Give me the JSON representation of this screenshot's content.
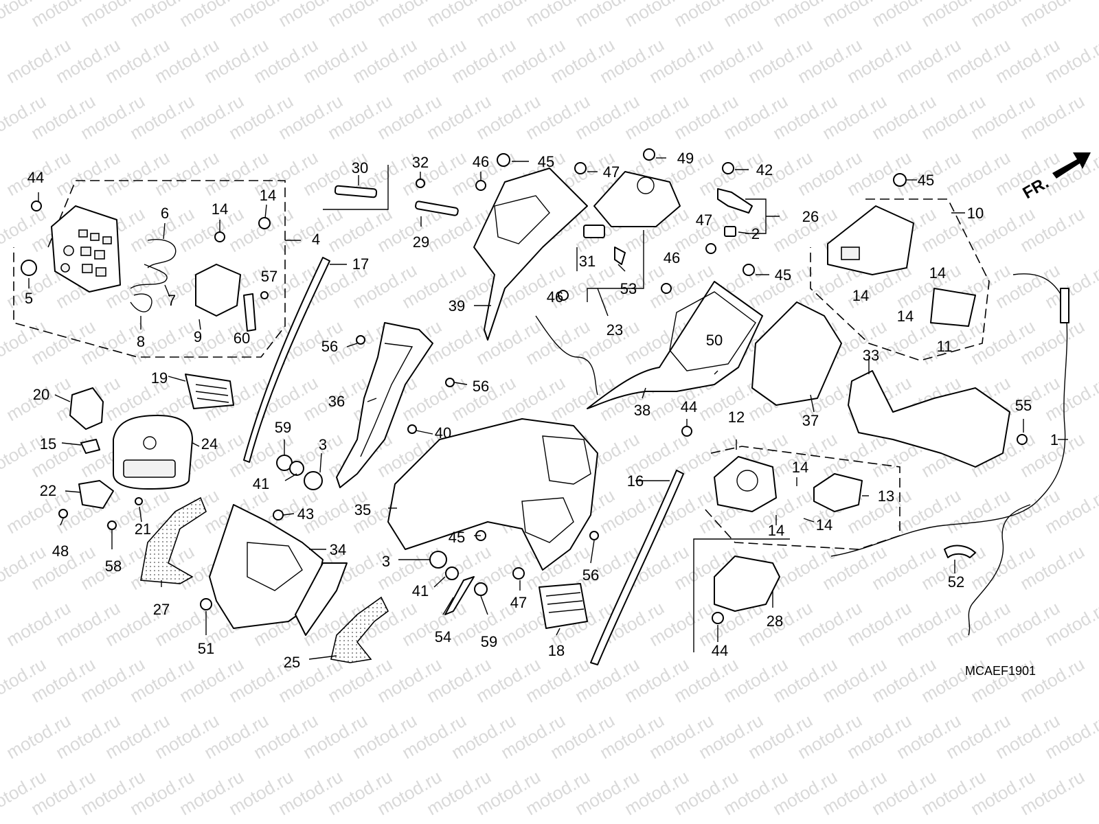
{
  "watermark": "motod.ru",
  "diagram_code": "MCAEF1901",
  "front_marker": "FR.",
  "callouts": [
    {
      "id": "c44a",
      "text": "44"
    },
    {
      "id": "c5",
      "text": "5"
    },
    {
      "id": "c6",
      "text": "6"
    },
    {
      "id": "c7",
      "text": "7"
    },
    {
      "id": "c8",
      "text": "8"
    },
    {
      "id": "c14a",
      "text": "14"
    },
    {
      "id": "c14b",
      "text": "14"
    },
    {
      "id": "c9",
      "text": "9"
    },
    {
      "id": "c57",
      "text": "57"
    },
    {
      "id": "c60",
      "text": "60"
    },
    {
      "id": "c4",
      "text": "4"
    },
    {
      "id": "c30",
      "text": "30"
    },
    {
      "id": "c32",
      "text": "32"
    },
    {
      "id": "c29",
      "text": "29"
    },
    {
      "id": "c46a",
      "text": "46"
    },
    {
      "id": "c45a",
      "text": "45"
    },
    {
      "id": "c47a",
      "text": "47"
    },
    {
      "id": "c49",
      "text": "49"
    },
    {
      "id": "c42",
      "text": "42"
    },
    {
      "id": "c26",
      "text": "26"
    },
    {
      "id": "c2",
      "text": "2"
    },
    {
      "id": "c45b",
      "text": "45"
    },
    {
      "id": "c10",
      "text": "10"
    },
    {
      "id": "c14c",
      "text": "14"
    },
    {
      "id": "c14d",
      "text": "14"
    },
    {
      "id": "c14e",
      "text": "14"
    },
    {
      "id": "c11",
      "text": "11"
    },
    {
      "id": "c17",
      "text": "17"
    },
    {
      "id": "c39",
      "text": "39"
    },
    {
      "id": "c31",
      "text": "31"
    },
    {
      "id": "c53",
      "text": "53"
    },
    {
      "id": "c23",
      "text": "23"
    },
    {
      "id": "c47b",
      "text": "47"
    },
    {
      "id": "c46b",
      "text": "46"
    },
    {
      "id": "c45c",
      "text": "45"
    },
    {
      "id": "c46c",
      "text": "46"
    },
    {
      "id": "c50",
      "text": "50"
    },
    {
      "id": "c38",
      "text": "38"
    },
    {
      "id": "c37",
      "text": "37"
    },
    {
      "id": "c33",
      "text": "33"
    },
    {
      "id": "c55",
      "text": "55"
    },
    {
      "id": "c1",
      "text": "1"
    },
    {
      "id": "c19",
      "text": "19"
    },
    {
      "id": "c20",
      "text": "20"
    },
    {
      "id": "c56a",
      "text": "56"
    },
    {
      "id": "c56b",
      "text": "56"
    },
    {
      "id": "c36",
      "text": "36"
    },
    {
      "id": "c40",
      "text": "40"
    },
    {
      "id": "c15",
      "text": "15"
    },
    {
      "id": "c24",
      "text": "24"
    },
    {
      "id": "c59a",
      "text": "59"
    },
    {
      "id": "c3a",
      "text": "3"
    },
    {
      "id": "c41a",
      "text": "41"
    },
    {
      "id": "c22",
      "text": "22"
    },
    {
      "id": "c21",
      "text": "21"
    },
    {
      "id": "c48",
      "text": "48"
    },
    {
      "id": "c58",
      "text": "58"
    },
    {
      "id": "c43",
      "text": "43"
    },
    {
      "id": "c34",
      "text": "34"
    },
    {
      "id": "c35",
      "text": "35"
    },
    {
      "id": "c45d",
      "text": "45"
    },
    {
      "id": "c3b",
      "text": "3"
    },
    {
      "id": "c41b",
      "text": "41"
    },
    {
      "id": "c47c",
      "text": "47"
    },
    {
      "id": "c56c",
      "text": "56"
    },
    {
      "id": "c54",
      "text": "54"
    },
    {
      "id": "c59b",
      "text": "59"
    },
    {
      "id": "c18",
      "text": "18"
    },
    {
      "id": "c27",
      "text": "27"
    },
    {
      "id": "c51",
      "text": "51"
    },
    {
      "id": "c25",
      "text": "25"
    },
    {
      "id": "c16",
      "text": "16"
    },
    {
      "id": "c44b",
      "text": "44"
    },
    {
      "id": "c12",
      "text": "12"
    },
    {
      "id": "c14f",
      "text": "14"
    },
    {
      "id": "c13",
      "text": "13"
    },
    {
      "id": "c14g",
      "text": "14"
    },
    {
      "id": "c14h",
      "text": "14"
    },
    {
      "id": "c28",
      "text": "28"
    },
    {
      "id": "c44c",
      "text": "44"
    },
    {
      "id": "c52",
      "text": "52"
    }
  ]
}
